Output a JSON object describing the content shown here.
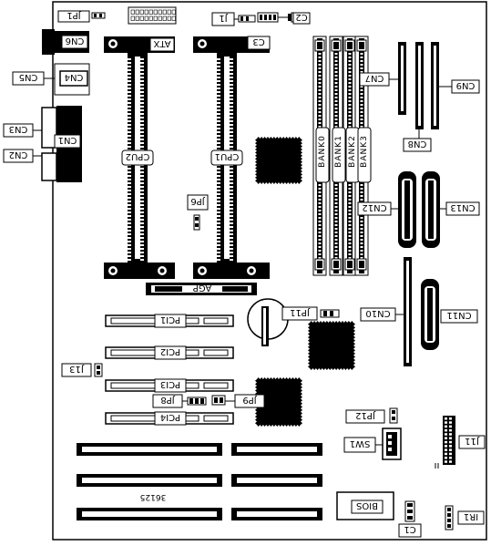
{
  "colors": {
    "ink": "#000000",
    "paper": "#ffffff"
  },
  "labels": {
    "jp1": "JP1",
    "atx": "ATX",
    "j1": "J1",
    "c3": "C3",
    "c2": "C2",
    "cn6": "CN6",
    "cn5": "CN5",
    "cn4": "CN4",
    "cn3": "CN3",
    "cn1": "CN1",
    "cn2": "CN2",
    "cpu2": "CPU2",
    "cpu1": "CPU1",
    "bank0": "BANK0",
    "bank1": "BANK1",
    "bank2": "BANK2",
    "bank3": "BANK3",
    "cn7": "CN7",
    "cn8": "CN8",
    "cn9": "CN9",
    "jp6": "JP6",
    "cn12": "CN12",
    "cn13": "CN13",
    "agp": "AGP",
    "jp11": "JP11",
    "cn10": "CN10",
    "cn11": "CN11",
    "pci1": "PCI1",
    "pci2": "PCI2",
    "pci3": "PCI3",
    "pci4": "PCI4",
    "j13": "J13",
    "jp8": "JP8",
    "jp9": "JP9",
    "jp12": "JP12",
    "sw1": "SW1",
    "j11": "J11",
    "bios": "BIOS",
    "ir1": "IR1",
    "c1": "C1",
    "board_code": "36125"
  }
}
